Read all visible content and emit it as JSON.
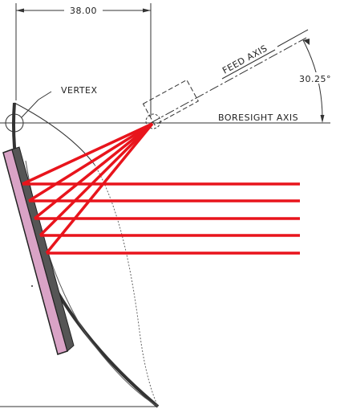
{
  "labels": {
    "dimension": "38.00",
    "vertex": "VERTEX",
    "feed_axis": "FEED AXIS",
    "boresight_axis": "BORESIGHT AXIS",
    "angle": "30.25°"
  },
  "colors": {
    "line": "#333333",
    "ray": "#e8141c",
    "panel_fill": "#d9a3c6",
    "panel_stroke": "#222222",
    "reflector": "#333333",
    "background": "#ffffff"
  },
  "rays": {
    "count": 5
  }
}
